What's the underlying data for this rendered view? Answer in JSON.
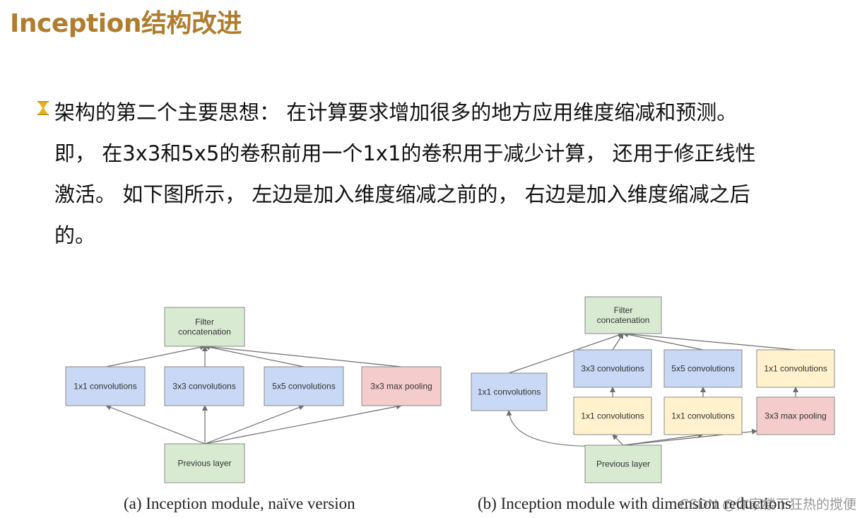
{
  "slide": {
    "title": "Inception结构改进",
    "bullet": {
      "icon": "hourglass-icon",
      "lines": [
        "架构的第二个主要思想：  在计算要求增加很多的地方应用维度缩减和预测。",
        "即，  在3x3和5x5的卷积前用一个1x1的卷积用于减少计算，  还用于修正线性",
        "激活。 如下图所示，  左边是加入维度缩减之前的，  右边是加入维度缩减之后",
        "的。"
      ]
    }
  },
  "colors": {
    "title": "#b07d2f",
    "green_node": "#d9ead3",
    "blue_node": "#c9d8f5",
    "red_node": "#f4cccc",
    "yellow_node": "#fff2cc",
    "node_border": "#8a8a8a",
    "arrow": "#6e6e6e"
  },
  "diagrams": [
    {
      "id": "naive",
      "caption": "(a)  Inception module, naïve version",
      "nodes": [
        {
          "id": "a_filter",
          "label": "Filter\nconcatenation",
          "color": "green_node"
        },
        {
          "id": "a_1x1",
          "label": "1x1 convolutions",
          "color": "blue_node"
        },
        {
          "id": "a_3x3",
          "label": "3x3 convolutions",
          "color": "blue_node"
        },
        {
          "id": "a_5x5",
          "label": "5x5 convolutions",
          "color": "blue_node"
        },
        {
          "id": "a_pool",
          "label": "3x3 max pooling",
          "color": "red_node"
        },
        {
          "id": "a_prev",
          "label": "Previous layer",
          "color": "green_node"
        }
      ]
    },
    {
      "id": "dimred",
      "caption": "(b)  Inception module with dimension reductions",
      "nodes": [
        {
          "id": "b_filter",
          "label": "Filter\nconcatenation",
          "color": "green_node"
        },
        {
          "id": "b_1x1",
          "label": "1x1 convolutions",
          "color": "blue_node"
        },
        {
          "id": "b_3x3",
          "label": "3x3 convolutions",
          "color": "blue_node"
        },
        {
          "id": "b_5x5",
          "label": "5x5 convolutions",
          "color": "blue_node"
        },
        {
          "id": "b_1x1_top",
          "label": "1x1 convolutions",
          "color": "yellow_node"
        },
        {
          "id": "b_1x1_red3",
          "label": "1x1 convolutions",
          "color": "yellow_node"
        },
        {
          "id": "b_1x1_red5",
          "label": "1x1 convolutions",
          "color": "yellow_node"
        },
        {
          "id": "b_pool",
          "label": "3x3 max pooling",
          "color": "red_node"
        },
        {
          "id": "b_prev",
          "label": "Previous layer",
          "color": "green_node"
        }
      ]
    }
  ],
  "watermark": "CSDN @你家楼下狂热的搅便"
}
